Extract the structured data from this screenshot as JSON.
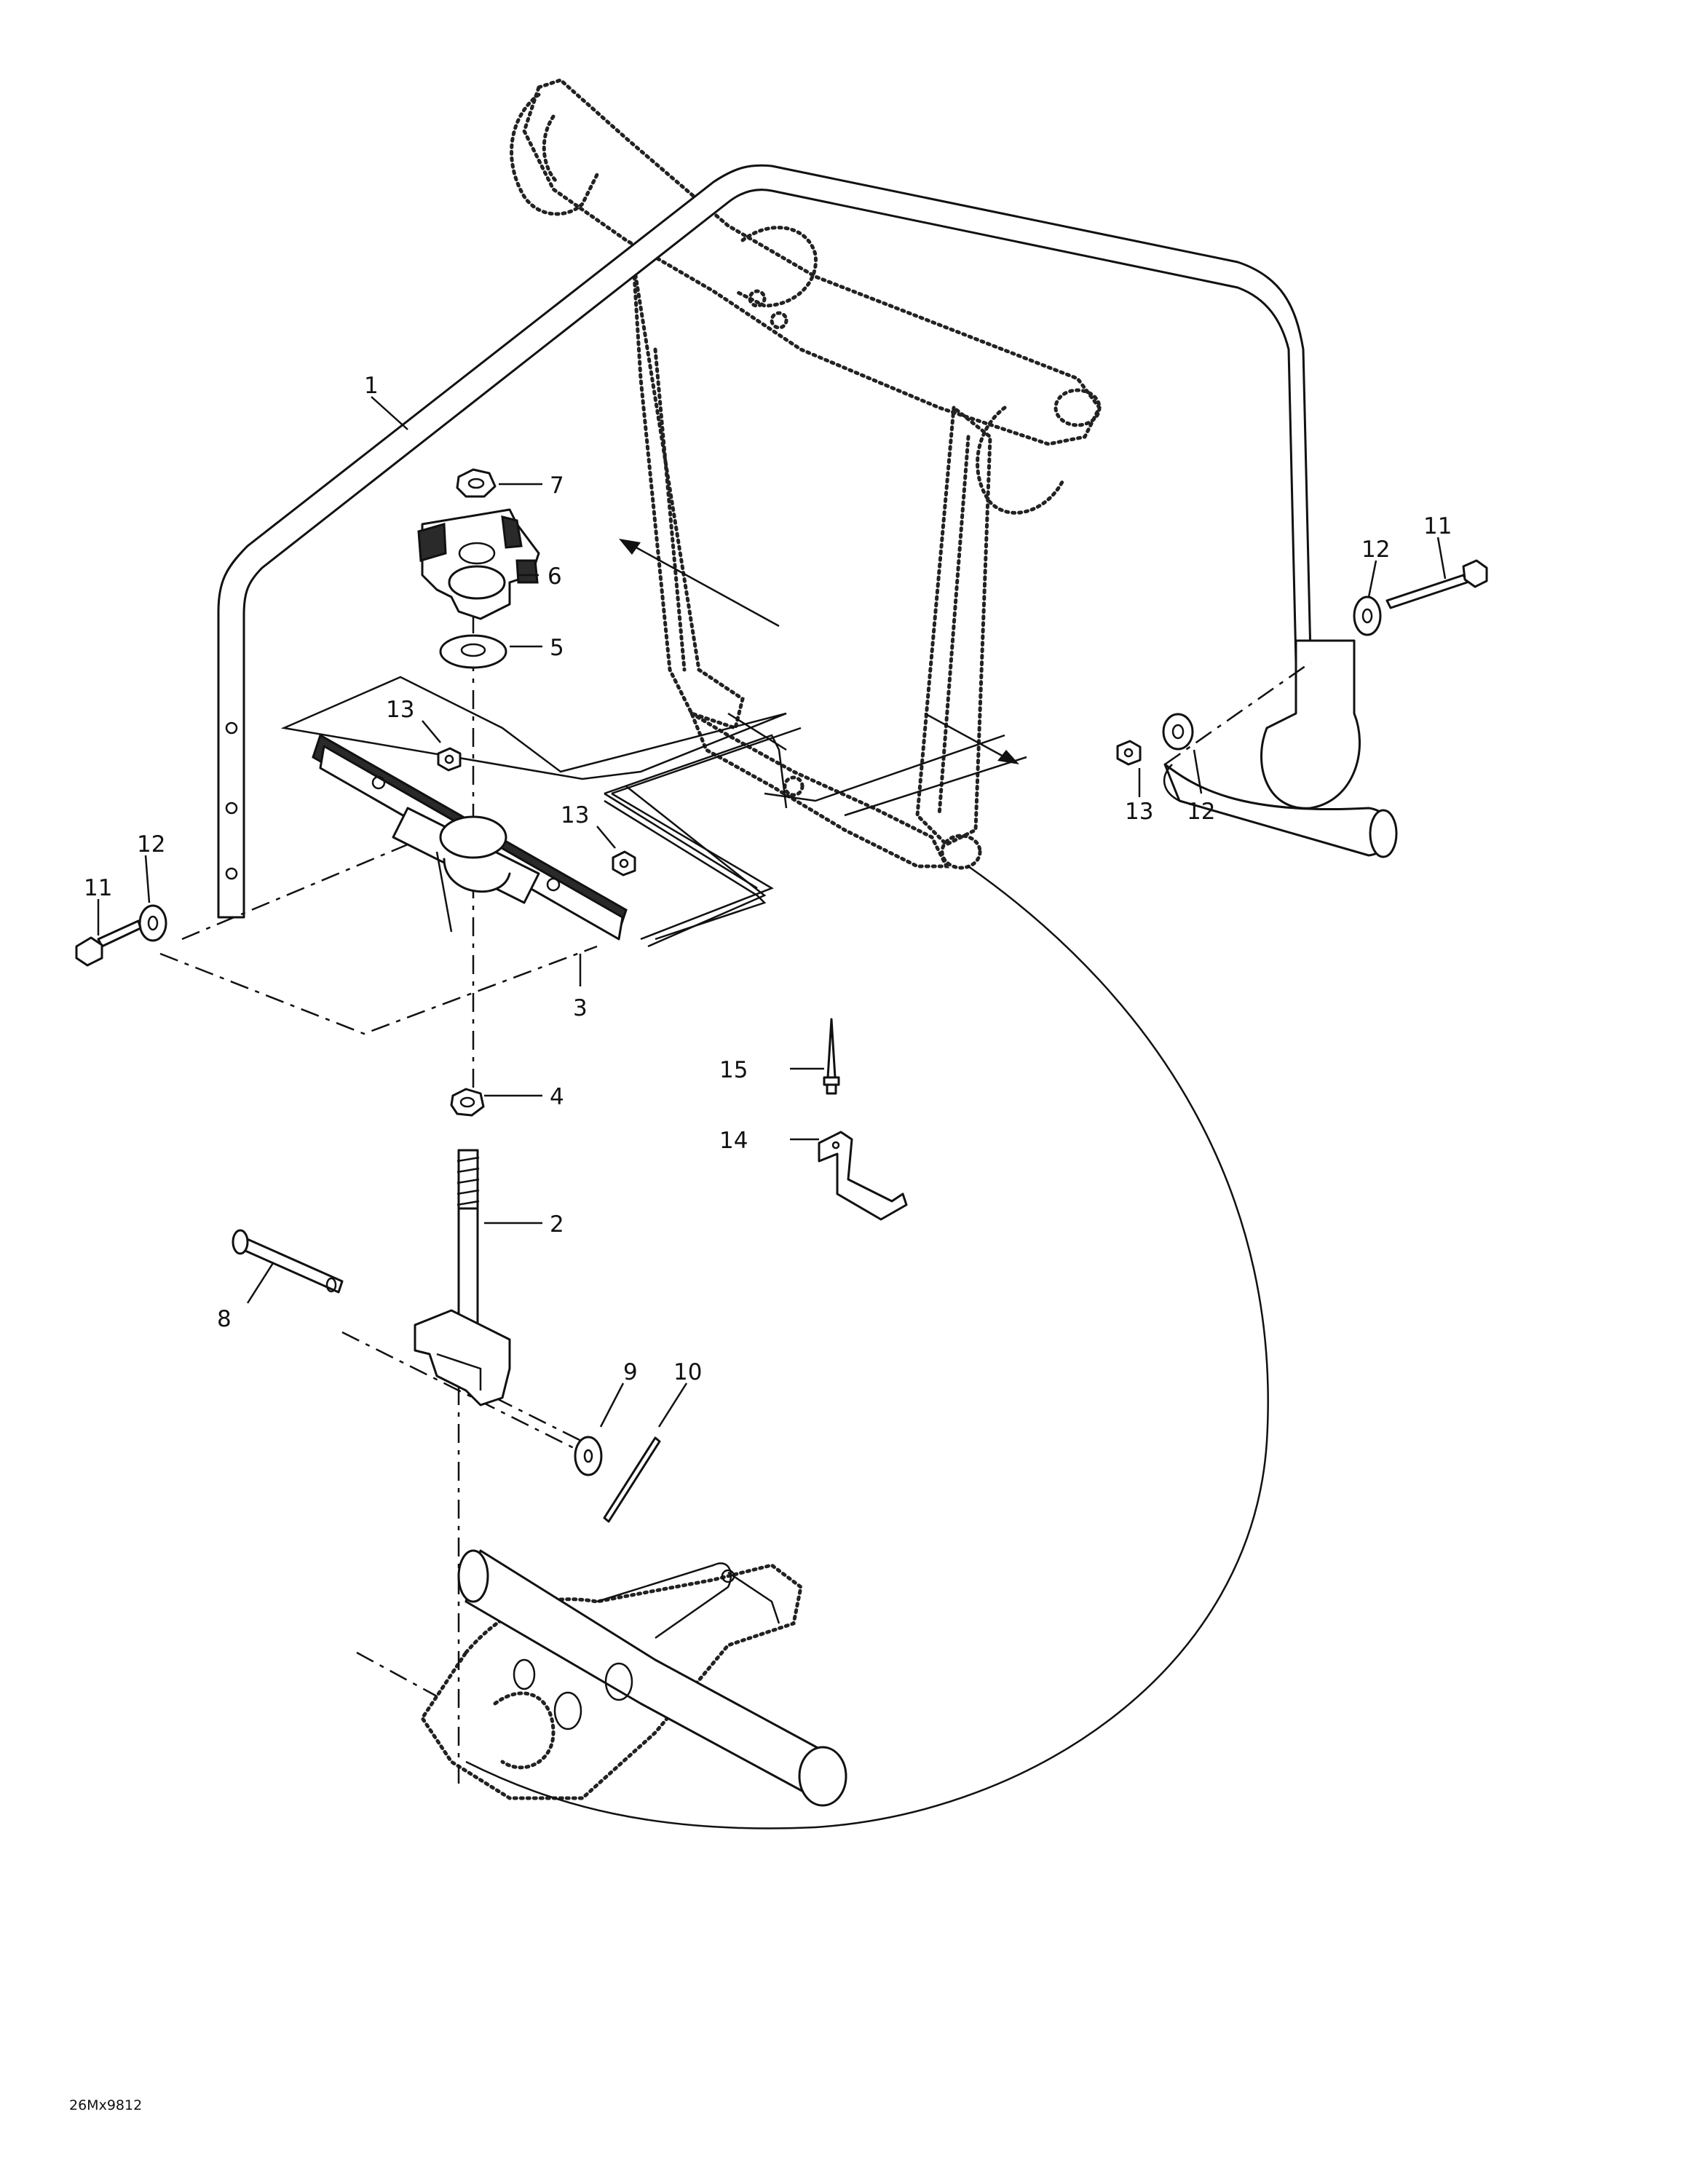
{
  "diagram_code": "26Mx9812",
  "callouts": [
    {
      "id": "c1",
      "label": "1"
    },
    {
      "id": "c2",
      "label": "2"
    },
    {
      "id": "c3",
      "label": "3"
    },
    {
      "id": "c4",
      "label": "4"
    },
    {
      "id": "c5",
      "label": "5"
    },
    {
      "id": "c6",
      "label": "6"
    },
    {
      "id": "c7",
      "label": "7"
    },
    {
      "id": "c8",
      "label": "8"
    },
    {
      "id": "c9",
      "label": "9"
    },
    {
      "id": "c10",
      "label": "10"
    },
    {
      "id": "c11a",
      "label": "11"
    },
    {
      "id": "c11b",
      "label": "11"
    },
    {
      "id": "c12a",
      "label": "12"
    },
    {
      "id": "c12b",
      "label": "12"
    },
    {
      "id": "c12c",
      "label": "12"
    },
    {
      "id": "c13a",
      "label": "13"
    },
    {
      "id": "c13b",
      "label": "13"
    },
    {
      "id": "c13c",
      "label": "13"
    },
    {
      "id": "c14",
      "label": "14"
    },
    {
      "id": "c15",
      "label": "15"
    }
  ]
}
